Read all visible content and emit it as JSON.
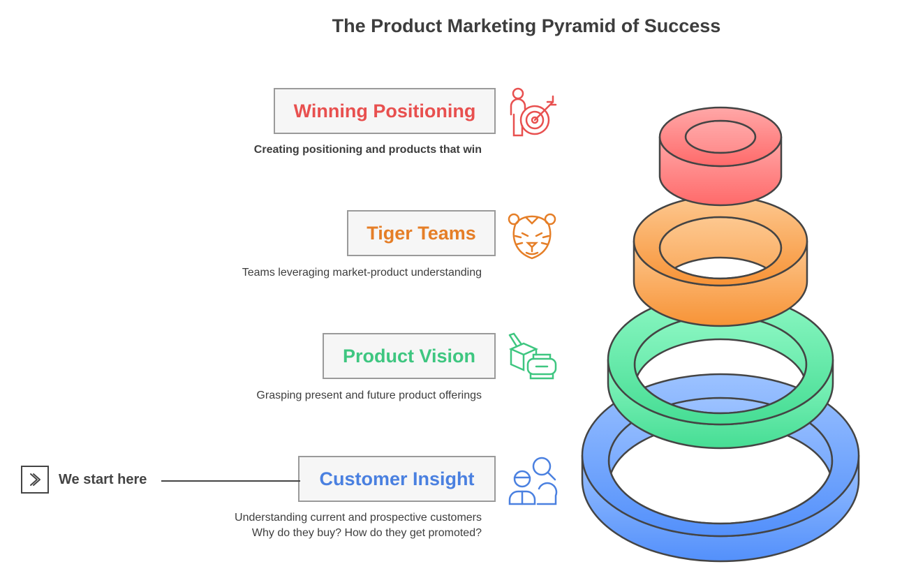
{
  "title": "The Product Marketing Pyramid of Success",
  "levels": [
    {
      "label": "Winning Positioning",
      "description": "Creating positioning and products that win",
      "icon": "target-person-icon",
      "color": "#e8504f"
    },
    {
      "label": "Tiger Teams",
      "description": "Teams leveraging market-product understanding",
      "icon": "tiger-icon",
      "color": "#e57e27"
    },
    {
      "label": "Product Vision",
      "description": "Grasping present and future product offerings",
      "icon": "vr-headset-box-icon",
      "color": "#3ec680"
    },
    {
      "label": "Customer Insight",
      "description": "Understanding current and prospective customers",
      "description2": "Why do they buy? How do they get promoted?",
      "icon": "users-search-icon",
      "color": "#4a80e0"
    }
  ],
  "start": {
    "label": "We start here",
    "icon": "chevron-right-icon"
  }
}
